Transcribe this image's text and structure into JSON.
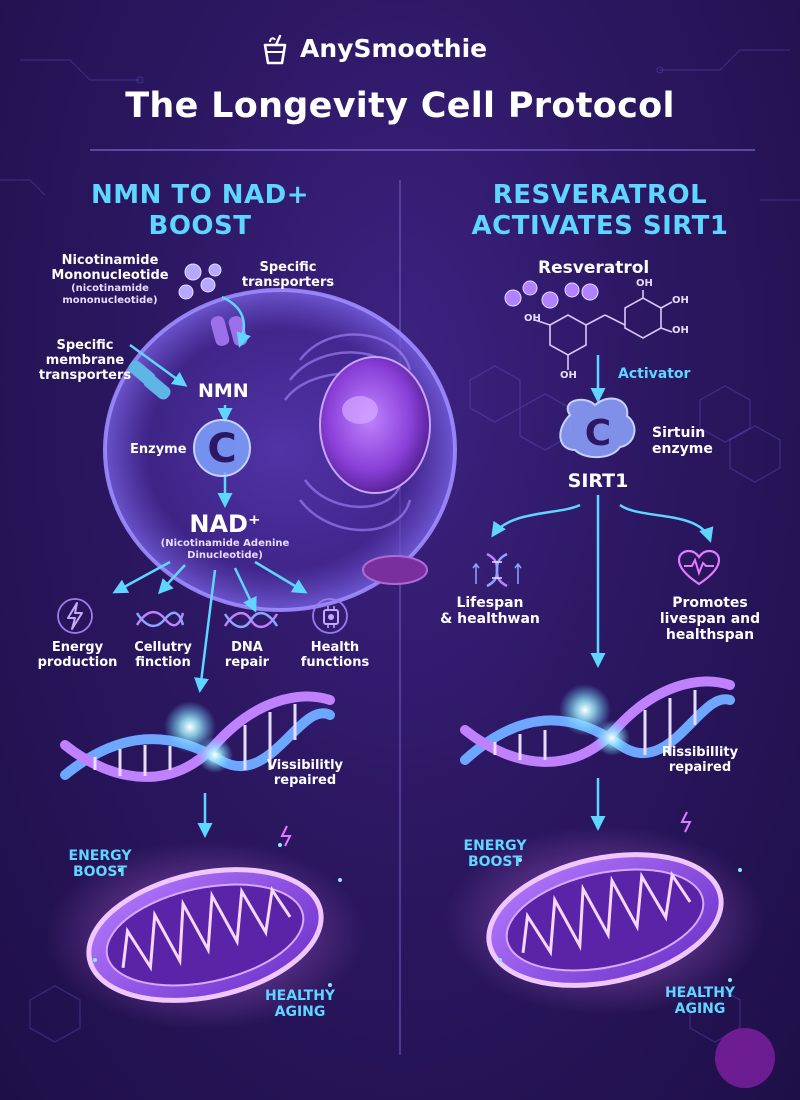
{
  "header": {
    "brand": "AnySmoothie",
    "title": "The Longevity Cell Protocol"
  },
  "left": {
    "heading_line1": "NMN TO NAD+",
    "heading_line2": "BOOST",
    "molecule_name_1": "Nicotinamide",
    "molecule_name_2": "Mononucleotide",
    "molecule_paren_1": "(nicotinamide",
    "molecule_paren_2": "mononucleotide)",
    "transporters_1": "Specific",
    "transporters_2": "transporters",
    "membrane_1": "Specific",
    "membrane_2": "membrane",
    "membrane_3": "transporters",
    "nmn": "NMN",
    "enzyme": "Enzyme",
    "nad": "NAD⁺",
    "nad_full_1": "(Nicotinamide Adenine",
    "nad_full_2": "Dinucleotide)",
    "functions": [
      {
        "line1": "Energy",
        "line2": "production",
        "icon": "lightning-icon"
      },
      {
        "line1": "Cellutry",
        "line2": "finction",
        "icon": "dna-strand-icon"
      },
      {
        "line1": "DNA",
        "line2": "repair",
        "icon": "dna-repair-icon"
      },
      {
        "line1": "Health",
        "line2": "functions",
        "icon": "chip-icon"
      }
    ],
    "dna_label_1": "Vissibilitly",
    "dna_label_2": "repaired",
    "energy_1": "ENERGY",
    "energy_2": "BOOST",
    "aging_1": "HEALTHY",
    "aging_2": "AGING"
  },
  "right": {
    "heading_line1": "RESVERATROL",
    "heading_line2": "ACTIVATES SIRT1",
    "resveratrol": "Resveratrol",
    "oh": "OH",
    "activator": "Activator",
    "sirtuin_1": "Sirtuin",
    "sirtuin_2": "enzyme",
    "sirt1": "SIRT1",
    "lifespan_1": "Lifespan",
    "lifespan_2": "& healthwan",
    "promotes_1": "Promotes",
    "promotes_2": "livespan and",
    "promotes_3": "healthspan",
    "dna_label_1": "Rissibillity",
    "dna_label_2": "repaired",
    "energy_1": "ENERGY",
    "energy_2": "BOOST",
    "aging_1": "HEALTHY",
    "aging_2": "AGING"
  },
  "colors": {
    "background": "#2c1762",
    "accent_cyan": "#5fd6ff",
    "glow_pink": "#e27bff",
    "cell_purple": "#8a5fe0"
  }
}
